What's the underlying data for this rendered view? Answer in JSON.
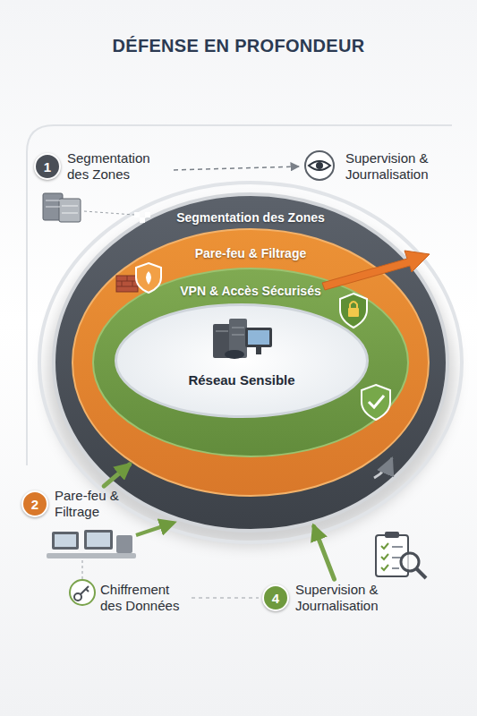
{
  "diagram": {
    "title": "DÉFENSE EN PROFONDEUR",
    "nodes": [
      {
        "text": [
          "1",
          "Segmentation des Zones"
        ]
      },
      {
        "text": [
          "Segmentation des Zones"
        ]
      },
      {
        "text": [
          "Pare-feu & Filtrage"
        ],
        "in": 1
      },
      {
        "text": [
          "VPN & Accès Sécurisés"
        ],
        "in": 2
      },
      {
        "text": [
          "Réseau Sensible"
        ],
        "in": 3
      },
      {
        "text": [
          "2",
          "Pare-feu & Filtrage"
        ]
      },
      {
        "text": [
          "4",
          "Supervision & Journalisation"
        ]
      }
    ],
    "edges": [
      {
        "from": 5,
        "to": 2,
        "arrow": "to"
      },
      {
        "from": 6,
        "to": 1,
        "arrow": "to"
      }
    ],
    "labels": [
      "Supervision & Journalisation",
      "Chiffrement des Données"
    ]
  }
}
